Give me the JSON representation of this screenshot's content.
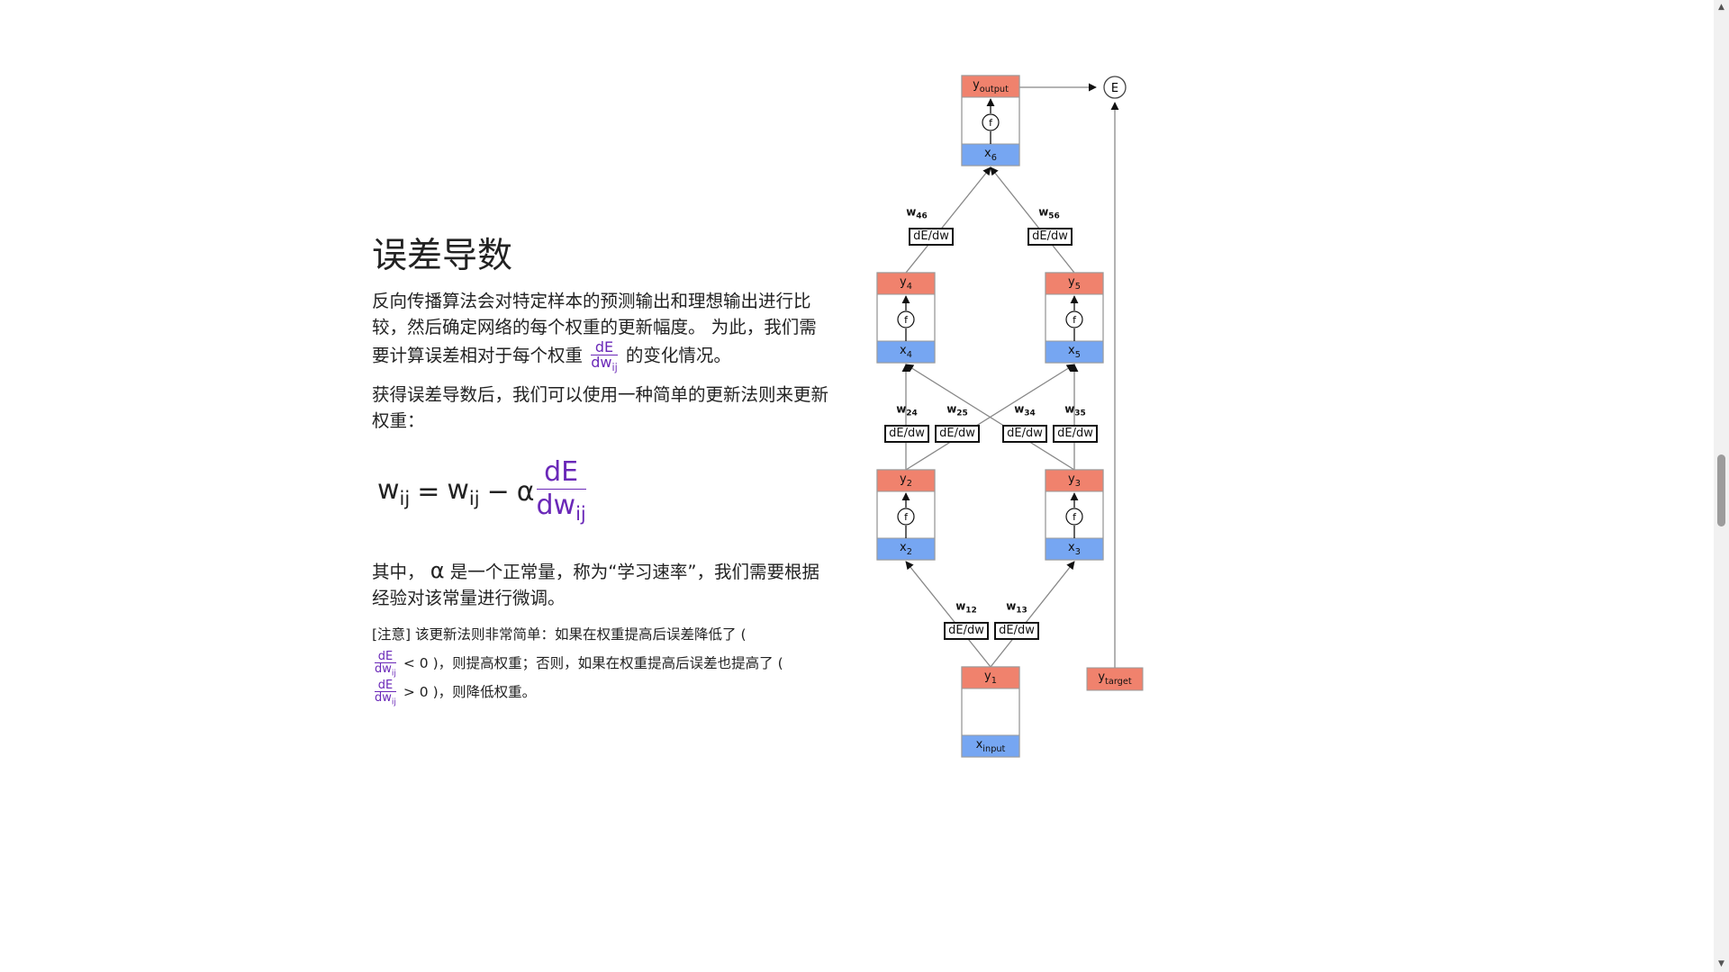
{
  "article": {
    "title": "误差导数",
    "para1_a": "反向传播算法会对特定样本的预测输出和理想输出进行比较，然后确定网络的每个权重的更新幅度。 为此，我们需要计算误差相对于每个权重",
    "para1_b": "的变化情况。",
    "para2": "获得误差导数后，我们可以使用一种简单的更新法则来更新权重：",
    "para3_a": "其中，",
    "para3_alpha": "α",
    "para3_b": "是一个正常量，称为“学习速率”，我们需要根据经验对该常量进行微调。",
    "note_a": "[注意] 该更新法则非常简单：如果在权重提高后误差降低了 (",
    "note_b": "< 0 )，则提高权重；否则，如果在权重提高后误差也提高了 (",
    "note_c": "> 0 )，则降低权重。",
    "frac_num": "dE",
    "frac_den": "dw",
    "frac_den_sub": "ij"
  },
  "equation": {
    "lhs": "w",
    "lhs_sub": "ij",
    "eq": "=",
    "rhs": "w",
    "rhs_sub": "ij",
    "minus": "−",
    "alpha": "α",
    "num": "dE",
    "den": "dw",
    "den_sub": "ij"
  },
  "diagram": {
    "colors": {
      "output": "#f0826d",
      "input": "#76a6f2",
      "border": "#999999",
      "edge": "#888888"
    },
    "deriv_label": "dE/dw",
    "error_label": "E",
    "nodes": [
      {
        "y": "y",
        "y_sub": "output",
        "x": "x",
        "x_sub": "6"
      },
      {
        "y": "y",
        "y_sub": "4",
        "x": "x",
        "x_sub": "4"
      },
      {
        "y": "y",
        "y_sub": "5",
        "x": "x",
        "x_sub": "5"
      },
      {
        "y": "y",
        "y_sub": "2",
        "x": "x",
        "x_sub": "2"
      },
      {
        "y": "y",
        "y_sub": "3",
        "x": "x",
        "x_sub": "3"
      },
      {
        "y": "y",
        "y_sub": "1",
        "x": "x",
        "x_sub": "input"
      }
    ],
    "func_label": "f",
    "target": {
      "y": "y",
      "y_sub": "target"
    },
    "weights": [
      {
        "w": "w",
        "sub": "46"
      },
      {
        "w": "w",
        "sub": "56"
      },
      {
        "w": "w",
        "sub": "24"
      },
      {
        "w": "w",
        "sub": "25"
      },
      {
        "w": "w",
        "sub": "34"
      },
      {
        "w": "w",
        "sub": "35"
      },
      {
        "w": "w",
        "sub": "12"
      },
      {
        "w": "w",
        "sub": "13"
      }
    ]
  },
  "scrollbar": {
    "up": "▲",
    "down": "▼"
  }
}
